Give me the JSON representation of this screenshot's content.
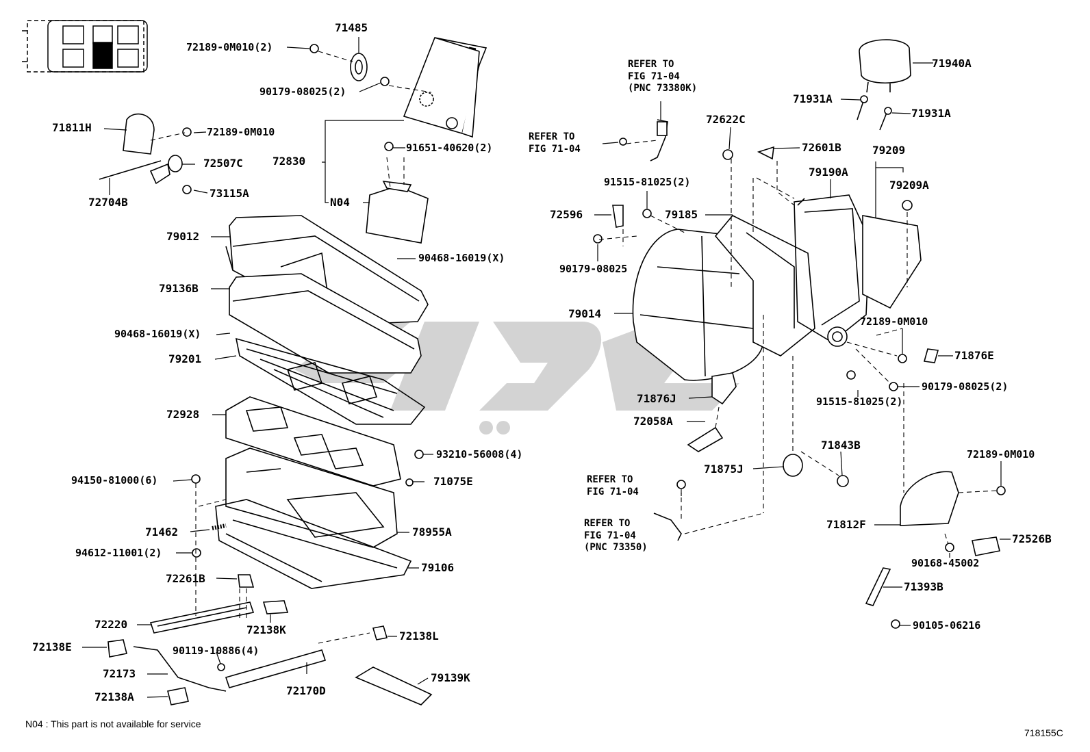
{
  "footnote": "N04 : This part is not available for service",
  "figure_code": "718155C",
  "labels": [
    {
      "id": "71485",
      "text": "71485"
    },
    {
      "id": "72189-0M010-2-top",
      "text": "72189-0M010(2)"
    },
    {
      "id": "90179-08025-2-top",
      "text": "90179-08025(2)"
    },
    {
      "id": "71811H",
      "text": "71811H"
    },
    {
      "id": "72189-0M010-left",
      "text": "72189-0M010"
    },
    {
      "id": "72507C",
      "text": "72507C"
    },
    {
      "id": "72704B",
      "text": "72704B"
    },
    {
      "id": "73115A",
      "text": "73115A"
    },
    {
      "id": "72830",
      "text": "72830"
    },
    {
      "id": "91651-40620-2",
      "text": "91651-40620(2)"
    },
    {
      "id": "N04",
      "text": "N04"
    },
    {
      "id": "79012",
      "text": "79012"
    },
    {
      "id": "90468-16019-X-top",
      "text": "90468-16019(X)"
    },
    {
      "id": "79136B",
      "text": "79136B"
    },
    {
      "id": "90468-16019-X-left",
      "text": "90468-16019(X)"
    },
    {
      "id": "79201",
      "text": "79201"
    },
    {
      "id": "72928",
      "text": "72928"
    },
    {
      "id": "93210-56008-4",
      "text": "93210-56008(4)"
    },
    {
      "id": "94150-81000-6",
      "text": "94150-81000(6)"
    },
    {
      "id": "71075E",
      "text": "71075E"
    },
    {
      "id": "71462",
      "text": "71462"
    },
    {
      "id": "78955A",
      "text": "78955A"
    },
    {
      "id": "94612-11001-2",
      "text": "94612-11001(2)"
    },
    {
      "id": "79106",
      "text": "79106"
    },
    {
      "id": "72261B",
      "text": "72261B"
    },
    {
      "id": "72220",
      "text": "72220"
    },
    {
      "id": "72138K",
      "text": "72138K"
    },
    {
      "id": "72138E",
      "text": "72138E"
    },
    {
      "id": "90119-10886-4",
      "text": "90119-10886(4)"
    },
    {
      "id": "72138L",
      "text": "72138L"
    },
    {
      "id": "72173",
      "text": "72173"
    },
    {
      "id": "79139K",
      "text": "79139K"
    },
    {
      "id": "72138A",
      "text": "72138A"
    },
    {
      "id": "72170D",
      "text": "72170D"
    },
    {
      "id": "refer-1",
      "text": "REFER TO\nFIG 71-04\n(PNC 73380K)"
    },
    {
      "id": "refer-2",
      "text": "REFER TO\nFIG 71-04"
    },
    {
      "id": "72622C",
      "text": "72622C"
    },
    {
      "id": "91515-81025-2-top",
      "text": "91515-81025(2)"
    },
    {
      "id": "72596",
      "text": "72596"
    },
    {
      "id": "79185",
      "text": "79185"
    },
    {
      "id": "90179-08025-mid",
      "text": "90179-08025"
    },
    {
      "id": "79014",
      "text": "79014"
    },
    {
      "id": "71876J",
      "text": "71876J"
    },
    {
      "id": "72058A",
      "text": "72058A"
    },
    {
      "id": "71875J",
      "text": "71875J"
    },
    {
      "id": "refer-3",
      "text": "REFER TO\nFIG 71-04"
    },
    {
      "id": "refer-4",
      "text": "REFER TO\nFIG 71-04\n(PNC 73350)"
    },
    {
      "id": "71940A",
      "text": "71940A"
    },
    {
      "id": "71931A-l",
      "text": "71931A"
    },
    {
      "id": "71931A-r",
      "text": "71931A"
    },
    {
      "id": "72601B",
      "text": "72601B"
    },
    {
      "id": "79209",
      "text": "79209"
    },
    {
      "id": "79190A",
      "text": "79190A"
    },
    {
      "id": "79209A",
      "text": "79209A"
    },
    {
      "id": "72189-0M010-r1",
      "text": "72189-0M010"
    },
    {
      "id": "71876E",
      "text": "71876E"
    },
    {
      "id": "90179-08025-2-r",
      "text": "90179-08025(2)"
    },
    {
      "id": "91515-81025-2-r",
      "text": "91515-81025(2)"
    },
    {
      "id": "71843B",
      "text": "71843B"
    },
    {
      "id": "72189-0M010-r2",
      "text": "72189-0M010"
    },
    {
      "id": "71812F",
      "text": "71812F"
    },
    {
      "id": "72526B",
      "text": "72526B"
    },
    {
      "id": "90168-45002",
      "text": "90168-45002"
    },
    {
      "id": "71393B",
      "text": "71393B"
    },
    {
      "id": "90105-06216",
      "text": "90105-06216"
    }
  ]
}
